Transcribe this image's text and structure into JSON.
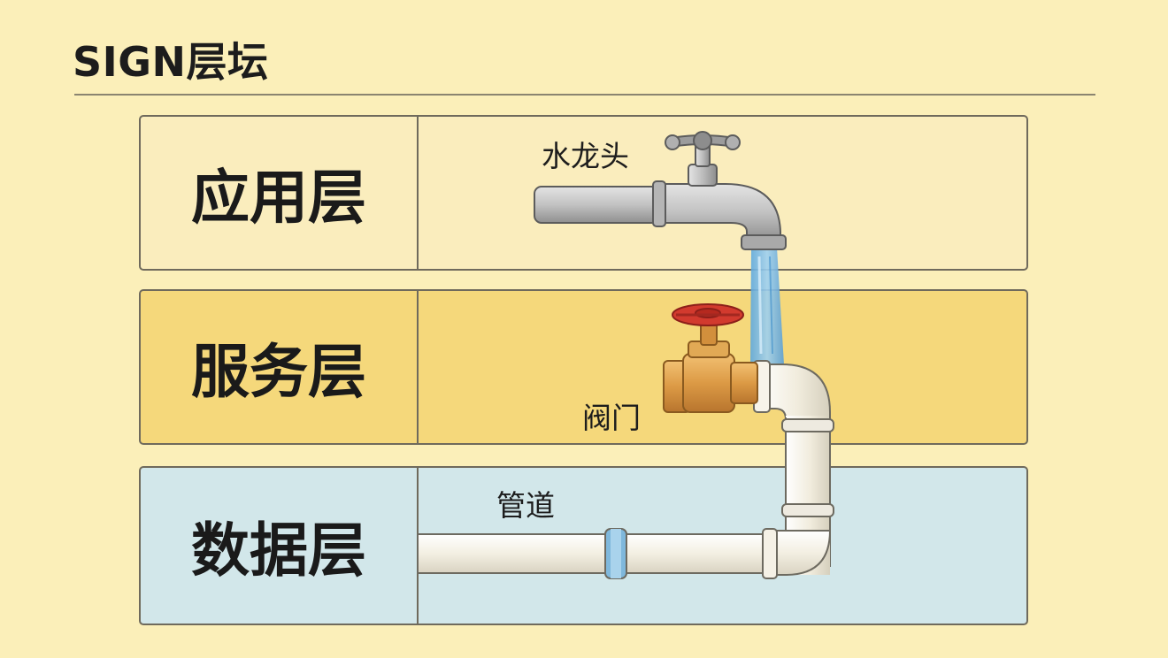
{
  "title": "SIGN层坛",
  "layers": [
    {
      "name": "应用层"
    },
    {
      "name": "服务层"
    },
    {
      "name": "数据层"
    }
  ],
  "labels": {
    "faucet": "水龙头",
    "valve": "阀门",
    "pipe": "管道"
  }
}
